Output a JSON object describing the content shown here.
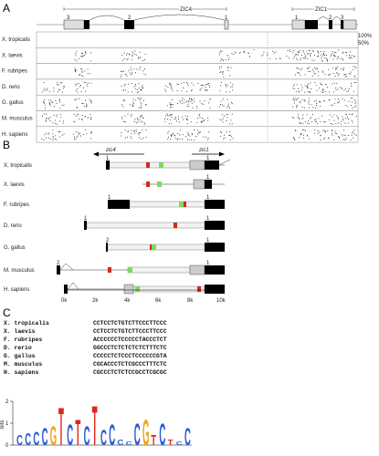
{
  "panel_labels": {
    "a": "A",
    "b": "B",
    "c": "C"
  },
  "gene_labels": {
    "zic4": "ZIC4",
    "zic1": "ZIC1"
  },
  "exon_numbers_a": [
    "3",
    "2",
    "1",
    "1",
    "2",
    "3"
  ],
  "pct_labels": {
    "high": "100%",
    "low": "50%"
  },
  "species": [
    "X. tropicalis",
    "X. laevis",
    "F. rubripes",
    "D. rerio",
    "G. gallus",
    "M. musculus",
    "H. sapiens"
  ],
  "panel_b": {
    "zic4_label": "zic4",
    "zic1_label": "zic1",
    "axis_ticks": [
      "0k",
      "2k",
      "4k",
      "6k",
      "8k",
      "10k"
    ],
    "exon_marks": [
      "1",
      "1",
      "1",
      "1",
      "1",
      "1",
      "1",
      "2",
      "1",
      "2",
      "1"
    ]
  },
  "panel_c": {
    "alignment": [
      {
        "species": "X. tropicalis",
        "sequence": "CCTCCTCTGTCTTCCCTTCCC"
      },
      {
        "species": "X. laevis",
        "sequence": "CCTCCTCTGTCTTCCCTTCCC"
      },
      {
        "species": "F. rubripes",
        "sequence": "ACCCCCCTCCCCCTACCCTCT"
      },
      {
        "species": "D. rerio",
        "sequence": "GGCCCTCTCTCTCTCTTTCTC"
      },
      {
        "species": "G. gallus",
        "sequence": "CCCCCTCTCCCTCCCCCCGTA"
      },
      {
        "species": "M. musculus",
        "sequence": "CGCACCCTCTCGCCCTTTCTC"
      },
      {
        "species": "H. sapiens",
        "sequence": "CGCCCTCTCTCCGCCTCGCGC"
      }
    ],
    "logo_ylabel": "bits",
    "logo_yticks": [
      "2",
      "1",
      "0"
    ],
    "logo_letters": [
      "C",
      "C",
      "C",
      "C",
      "G",
      "T",
      "C",
      "T",
      "C",
      "T",
      "C",
      "C",
      "C",
      "C",
      "C",
      "G",
      "T",
      "C",
      "T",
      "C",
      "C"
    ]
  }
}
